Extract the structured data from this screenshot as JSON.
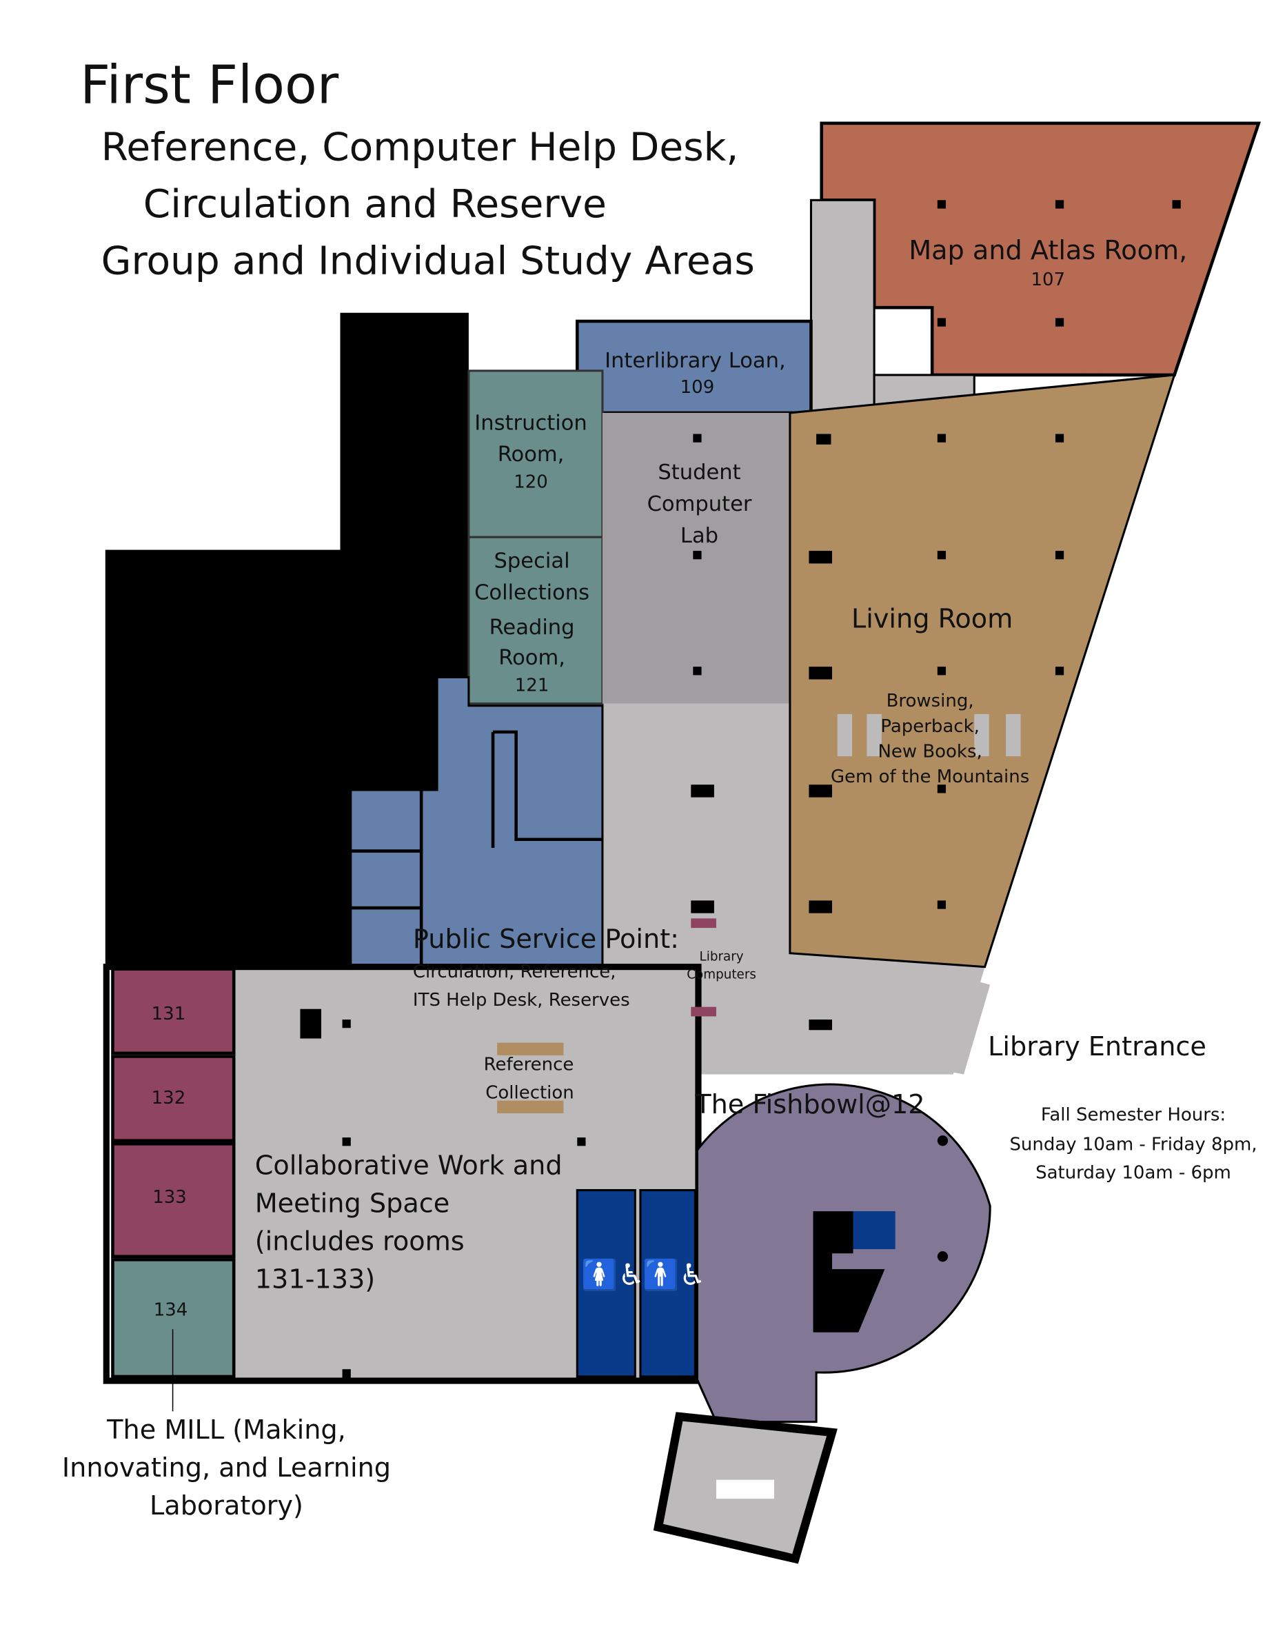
{
  "header": {
    "title": "First Floor",
    "subtitle_lines": [
      "Reference, Computer Help Desk,",
      "Circulation and Reserve",
      "Group and Individual Study Areas"
    ]
  },
  "rooms": {
    "map_atlas": {
      "name": "Map and Atlas Room,",
      "number": "107",
      "color": "#b86b53"
    },
    "interlibrary": {
      "name": "Interlibrary Loan,",
      "number": "109",
      "color": "#6580aa"
    },
    "instruction": {
      "lines": [
        "Instruction",
        "Room,"
      ],
      "number": "120",
      "color": "#6a8e8c"
    },
    "special_collections": {
      "lines": [
        "Special",
        "Collections",
        "Reading",
        "Room,"
      ],
      "number": "121",
      "color": "#6a8e8c"
    },
    "computer_lab": {
      "lines": [
        "Student",
        "Computer",
        "Lab"
      ],
      "color": "#a09ea0"
    },
    "living_room": {
      "name": "Living Room",
      "details": [
        "Browsing,",
        "Paperback,",
        "New Books,",
        "Gem of the Mountains"
      ],
      "color": "#b08e61"
    },
    "public_service": {
      "name": "Public Service Point:",
      "details": [
        "Circulation, Reference,",
        "ITS Help Desk, Reserves"
      ]
    },
    "library_computers": {
      "lines": [
        "Library",
        "Computers"
      ]
    },
    "reference_collection": {
      "lines": [
        "Reference",
        "Collection"
      ]
    },
    "collaborative": {
      "lines": [
        "Collaborative Work and",
        "Meeting Space",
        "(includes rooms",
        "131-133)"
      ],
      "color": "#bcbabb"
    },
    "small_rooms": [
      "131",
      "132",
      "133",
      "134"
    ],
    "fishbowl": {
      "name": "The Fishbowl@12",
      "color": "#837796"
    },
    "mill": {
      "lines": [
        "The MILL (Making,",
        "Innovating, and Learning",
        "Laboratory)"
      ]
    }
  },
  "entrance": {
    "label": "Library Entrance"
  },
  "hours": {
    "lines": [
      "Fall Semester Hours:",
      "Sunday 10am - Friday 8pm,",
      "Saturday 10am - 6pm"
    ]
  },
  "colors": {
    "restroom": "#0a3a8a",
    "meeting_rooms": "#8f4560",
    "black": "#000000"
  }
}
